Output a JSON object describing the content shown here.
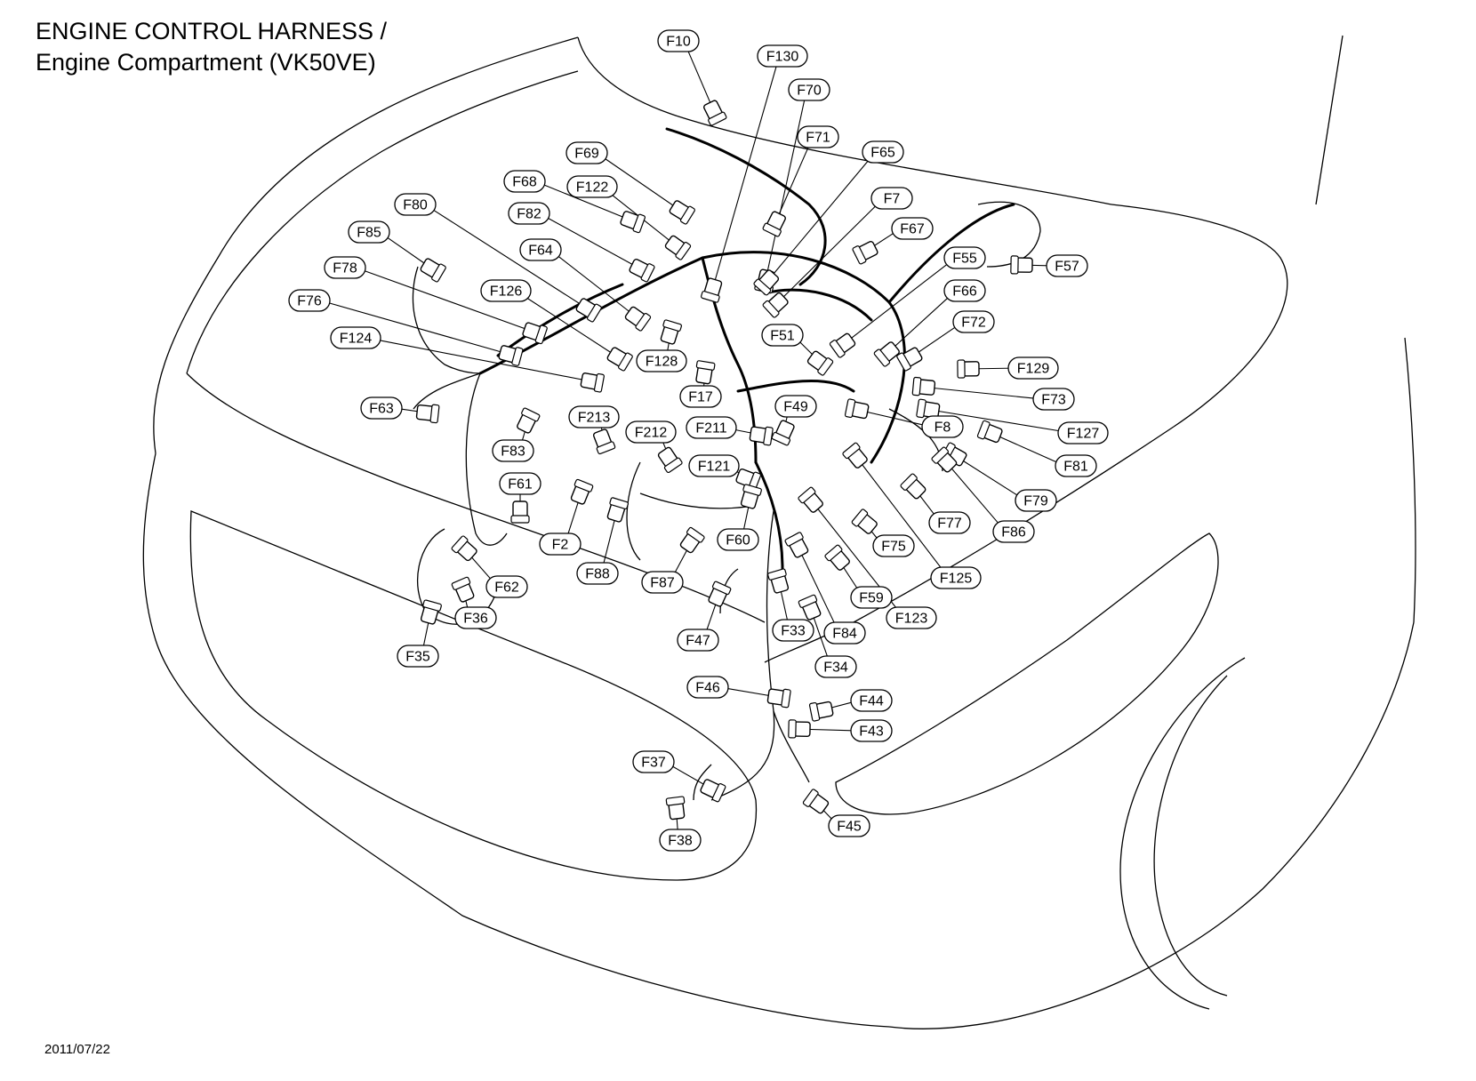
{
  "title": {
    "line1": "ENGINE CONTROL HARNESS /",
    "line2": "Engine Compartment (VK50VE)"
  },
  "date": "2011/07/22",
  "connectors": [
    {
      "id": "F10",
      "label": "F10"
    },
    {
      "id": "F130",
      "label": "F130"
    },
    {
      "id": "F70",
      "label": "F70"
    },
    {
      "id": "F71",
      "label": "F71"
    },
    {
      "id": "F65",
      "label": "F65"
    },
    {
      "id": "F69",
      "label": "F69"
    },
    {
      "id": "F68",
      "label": "F68"
    },
    {
      "id": "F122",
      "label": "F122"
    },
    {
      "id": "F7",
      "label": "F7"
    },
    {
      "id": "F67",
      "label": "F67"
    },
    {
      "id": "F80",
      "label": "F80"
    },
    {
      "id": "F82",
      "label": "F82"
    },
    {
      "id": "F85",
      "label": "F85"
    },
    {
      "id": "F64",
      "label": "F64"
    },
    {
      "id": "F55",
      "label": "F55"
    },
    {
      "id": "F57",
      "label": "F57"
    },
    {
      "id": "F78",
      "label": "F78"
    },
    {
      "id": "F126",
      "label": "F126"
    },
    {
      "id": "F66",
      "label": "F66"
    },
    {
      "id": "F76",
      "label": "F76"
    },
    {
      "id": "F72",
      "label": "F72"
    },
    {
      "id": "F51",
      "label": "F51"
    },
    {
      "id": "F124",
      "label": "F124"
    },
    {
      "id": "F128",
      "label": "F128"
    },
    {
      "id": "F129",
      "label": "F129"
    },
    {
      "id": "F17",
      "label": "F17"
    },
    {
      "id": "F73",
      "label": "F73"
    },
    {
      "id": "F63",
      "label": "F63"
    },
    {
      "id": "F49",
      "label": "F49"
    },
    {
      "id": "F213",
      "label": "F213"
    },
    {
      "id": "F8",
      "label": "F8"
    },
    {
      "id": "F211",
      "label": "F211"
    },
    {
      "id": "F127",
      "label": "F127"
    },
    {
      "id": "F212",
      "label": "F212"
    },
    {
      "id": "F83",
      "label": "F83"
    },
    {
      "id": "F81",
      "label": "F81"
    },
    {
      "id": "F121",
      "label": "F121"
    },
    {
      "id": "F61",
      "label": "F61"
    },
    {
      "id": "F79",
      "label": "F79"
    },
    {
      "id": "F77",
      "label": "F77"
    },
    {
      "id": "F86",
      "label": "F86"
    },
    {
      "id": "F60",
      "label": "F60"
    },
    {
      "id": "F2",
      "label": "F2"
    },
    {
      "id": "F75",
      "label": "F75"
    },
    {
      "id": "F88",
      "label": "F88"
    },
    {
      "id": "F125",
      "label": "F125"
    },
    {
      "id": "F62",
      "label": "F62"
    },
    {
      "id": "F87",
      "label": "F87"
    },
    {
      "id": "F59",
      "label": "F59"
    },
    {
      "id": "F36",
      "label": "F36"
    },
    {
      "id": "F123",
      "label": "F123"
    },
    {
      "id": "F33",
      "label": "F33"
    },
    {
      "id": "F84",
      "label": "F84"
    },
    {
      "id": "F35",
      "label": "F35"
    },
    {
      "id": "F47",
      "label": "F47"
    },
    {
      "id": "F34",
      "label": "F34"
    },
    {
      "id": "F46",
      "label": "F46"
    },
    {
      "id": "F44",
      "label": "F44"
    },
    {
      "id": "F43",
      "label": "F43"
    },
    {
      "id": "F37",
      "label": "F37"
    },
    {
      "id": "F45",
      "label": "F45"
    },
    {
      "id": "F38",
      "label": "F38"
    }
  ]
}
